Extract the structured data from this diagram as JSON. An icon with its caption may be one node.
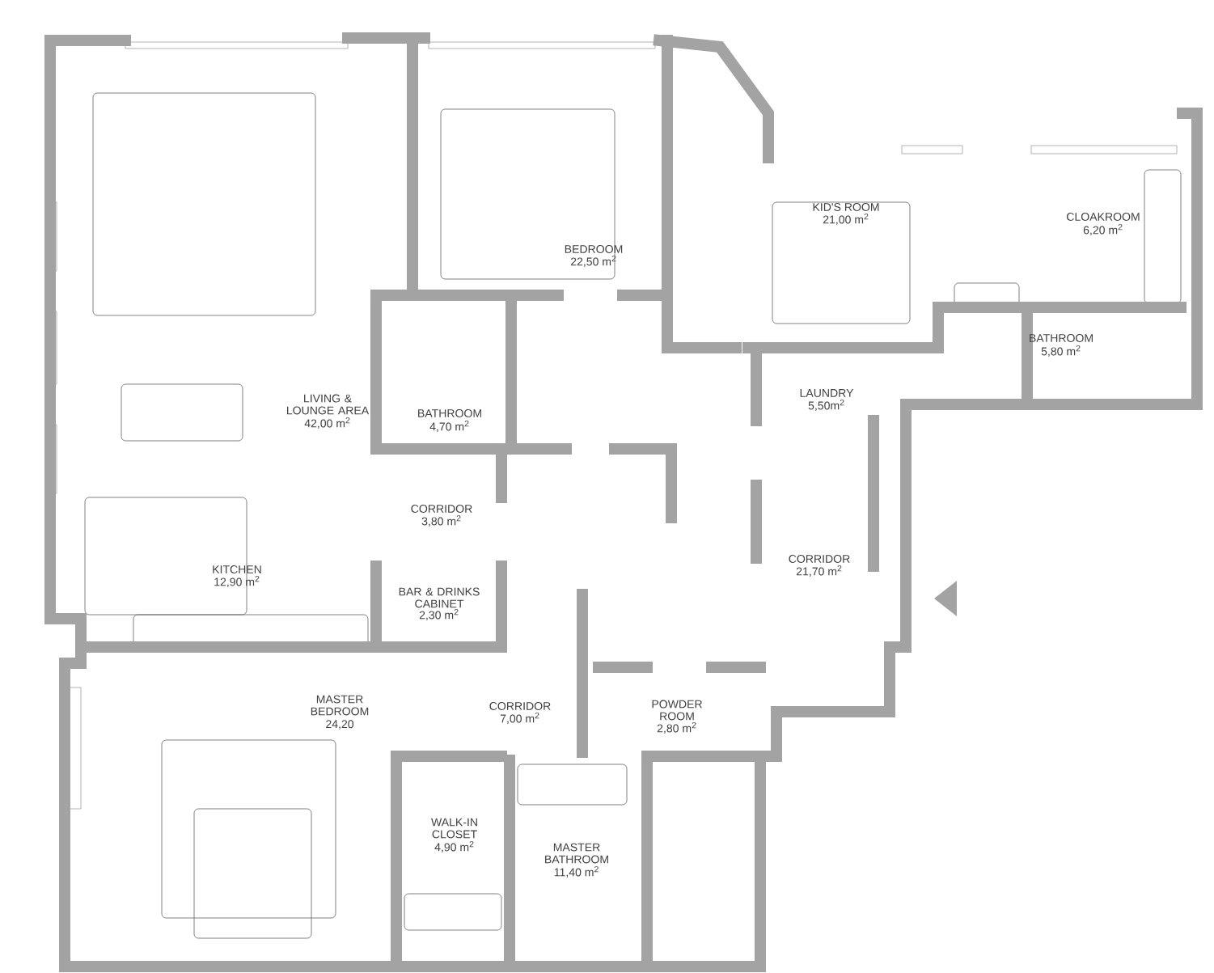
{
  "diagram": {
    "labels": [
      "KID'S ROOM",
      "21,00 m$^{2}$",
      "CLOAKROOM",
      "6,20 m$^{2}$",
      "BEDROOM",
      "22,50 m$^{2}$",
      "BATHROOM",
      "5,80 m$^{2}$",
      "LAUNDRY",
      "5,50m$^{2}$",
      "LIVING & LOUNGE AREA",
      "42,00 m$^{2}$",
      "BATHROOM",
      "4,70 m$^{2}$",
      "CORRIDOR",
      "3,80 m$^{2}$",
      "CORRIDOR",
      "21,70 m$^{2}$",
      "KITCHEN",
      "12,90 m$^{2}$",
      "BAR & DRINKS CABINET",
      "2,30 m$^{2}$",
      "MASTER BEDROOM",
      "24,20",
      "CORRIDOR",
      "7,00 m$^{2}$",
      "POWDER ROOM",
      "2,80 m$^{2}$",
      "WALK-IN CLOSET",
      "4,90 m$^{2}$",
      "MASTER BATHROOM",
      "11,40 m$^{2}$"
    ]
  }
}
